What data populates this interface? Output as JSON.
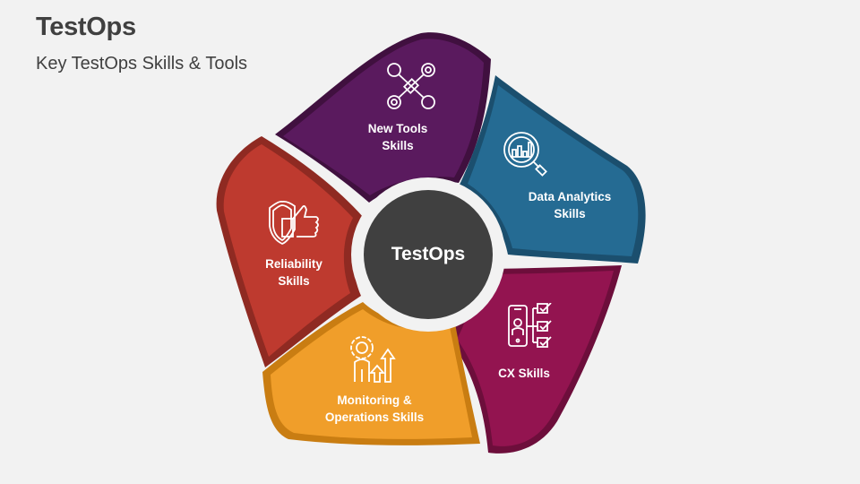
{
  "header": {
    "title": "TestOps",
    "subtitle": "Key TestOps Skills & Tools"
  },
  "center": {
    "label": "TestOps",
    "color": "#404040"
  },
  "segments": [
    {
      "id": "new-tools",
      "label_line1": "New Tools",
      "label_line2": "Skills",
      "icon": "wrenches-icon",
      "color": "#5a1a5e",
      "border": "#40103f"
    },
    {
      "id": "data-analytics",
      "label_line1": "Data Analytics",
      "label_line2": "Skills",
      "icon": "magnifier-chart-icon",
      "color": "#256b93",
      "border": "#1b4f6e"
    },
    {
      "id": "cx",
      "label_line1": "CX Skills",
      "label_line2": "",
      "icon": "phone-user-checklist-icon",
      "color": "#931450",
      "border": "#6d0e3b"
    },
    {
      "id": "monitoring",
      "label_line1": "Monitoring &",
      "label_line2": "Operations Skills",
      "icon": "gear-person-arrows-icon",
      "color": "#f09e2a",
      "border": "#c97d12"
    },
    {
      "id": "reliability",
      "label_line1": "Reliability",
      "label_line2": "Skills",
      "icon": "shield-thumbs-up-icon",
      "color": "#be3a2f",
      "border": "#8f2a22"
    }
  ]
}
